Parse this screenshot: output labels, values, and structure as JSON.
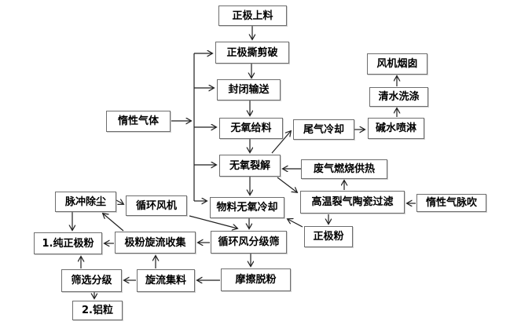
{
  "diagram": {
    "background_color": "#ffffff",
    "box_fill_color": "#ffffff",
    "box_border_color": "#6e6e6e",
    "arrow_color": "#1f1f1f",
    "text_color": "#000000",
    "nodes": [
      {
        "id": "positive-electrode-feeding",
        "label": "正极上料"
      },
      {
        "id": "positive-electrode-tear-shear-crush",
        "label": "正极撕剪破"
      },
      {
        "id": "sealed-conveying",
        "label": "封闭输送"
      },
      {
        "id": "oxygen-free-feeding",
        "label": "无氧给料"
      },
      {
        "id": "oxygen-free-pyrolysis",
        "label": "无氧裂解"
      },
      {
        "id": "material-oxygen-free-cooling",
        "label": "物料无氧冷却"
      },
      {
        "id": "circulating-air-grading-sieve",
        "label": "循环风分级筛"
      },
      {
        "id": "friction-depowdering",
        "label": "摩擦脱粉"
      },
      {
        "id": "tail-gas-cooling",
        "label": "尾气冷却"
      },
      {
        "id": "alkali-water-spray",
        "label": "碱水喷淋"
      },
      {
        "id": "clean-water-washing",
        "label": "清水洗涤"
      },
      {
        "id": "fan-chimney",
        "label": "风机烟囱"
      },
      {
        "id": "waste-gas-combustion-heating",
        "label": "废气燃烧供热"
      },
      {
        "id": "high-temp-pyrolysis-gas-ceramic-filter",
        "label": "高温裂气陶瓷过滤"
      },
      {
        "id": "inert-gas-pulse-blowing",
        "label": "惰性气脉吹"
      },
      {
        "id": "positive-electrode-powder",
        "label": "正极粉"
      },
      {
        "id": "inert-gas",
        "label": "惰性气体"
      },
      {
        "id": "pulse-dust-removal",
        "label": "脉冲除尘"
      },
      {
        "id": "circulating-fan",
        "label": "循环风机"
      },
      {
        "id": "pure-positive-electrode-powder",
        "label": "1.纯正极粉"
      },
      {
        "id": "electrode-powder-cyclone-collection",
        "label": "极粉旋流收集"
      },
      {
        "id": "screening-grading",
        "label": "筛选分级"
      },
      {
        "id": "cyclone-material-collection",
        "label": "旋流集料"
      },
      {
        "id": "aluminum-particles",
        "label": "2.铝粒"
      }
    ],
    "edges": [
      {
        "from": "positive-electrode-feeding",
        "to": "positive-electrode-tear-shear-crush"
      },
      {
        "from": "positive-electrode-tear-shear-crush",
        "to": "sealed-conveying"
      },
      {
        "from": "sealed-conveying",
        "to": "oxygen-free-feeding"
      },
      {
        "from": "oxygen-free-feeding",
        "to": "oxygen-free-pyrolysis"
      },
      {
        "from": "oxygen-free-pyrolysis",
        "to": "material-oxygen-free-cooling"
      },
      {
        "from": "material-oxygen-free-cooling",
        "to": "circulating-air-grading-sieve"
      },
      {
        "from": "circulating-air-grading-sieve",
        "to": "friction-depowdering"
      },
      {
        "from": "friction-depowdering",
        "to": "cyclone-material-collection"
      },
      {
        "from": "cyclone-material-collection",
        "to": "screening-grading"
      },
      {
        "from": "cyclone-material-collection",
        "to": "electrode-powder-cyclone-collection"
      },
      {
        "from": "screening-grading",
        "to": "pure-positive-electrode-powder"
      },
      {
        "from": "screening-grading",
        "to": "aluminum-particles"
      },
      {
        "from": "electrode-powder-cyclone-collection",
        "to": "pure-positive-electrode-powder"
      },
      {
        "from": "electrode-powder-cyclone-collection",
        "to": "pulse-dust-removal"
      },
      {
        "from": "circulating-air-grading-sieve",
        "to": "electrode-powder-cyclone-collection"
      },
      {
        "from": "pulse-dust-removal",
        "to": "pure-positive-electrode-powder"
      },
      {
        "from": "pulse-dust-removal",
        "to": "circulating-fan"
      },
      {
        "from": "circulating-fan",
        "to": "circulating-air-grading-sieve"
      },
      {
        "from": "inert-gas",
        "to": "positive-electrode-tear-shear-crush"
      },
      {
        "from": "inert-gas",
        "to": "sealed-conveying"
      },
      {
        "from": "inert-gas",
        "to": "oxygen-free-feeding"
      },
      {
        "from": "inert-gas",
        "to": "oxygen-free-pyrolysis"
      },
      {
        "from": "inert-gas",
        "to": "material-oxygen-free-cooling"
      },
      {
        "from": "oxygen-free-pyrolysis",
        "to": "tail-gas-cooling"
      },
      {
        "from": "tail-gas-cooling",
        "to": "alkali-water-spray"
      },
      {
        "from": "alkali-water-spray",
        "to": "clean-water-washing"
      },
      {
        "from": "clean-water-washing",
        "to": "fan-chimney"
      },
      {
        "from": "waste-gas-combustion-heating",
        "to": "oxygen-free-pyrolysis"
      },
      {
        "from": "oxygen-free-pyrolysis",
        "to": "high-temp-pyrolysis-gas-ceramic-filter"
      },
      {
        "from": "high-temp-pyrolysis-gas-ceramic-filter",
        "to": "waste-gas-combustion-heating"
      },
      {
        "from": "inert-gas-pulse-blowing",
        "to": "high-temp-pyrolysis-gas-ceramic-filter"
      },
      {
        "from": "high-temp-pyrolysis-gas-ceramic-filter",
        "to": "positive-electrode-powder"
      },
      {
        "from": "positive-electrode-powder",
        "to": "material-oxygen-free-cooling"
      }
    ]
  }
}
